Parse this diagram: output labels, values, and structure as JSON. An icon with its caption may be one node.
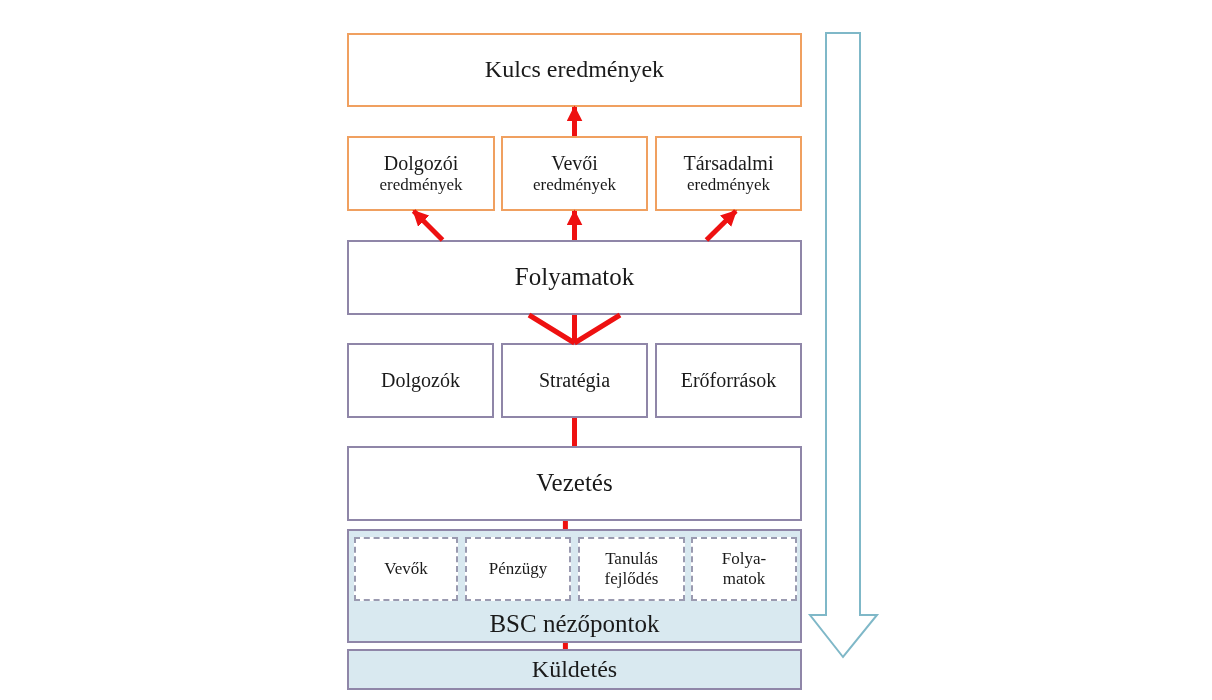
{
  "diagram": {
    "nodes": [
      {
        "text": [
          "Kulcs eredmények"
        ]
      },
      {
        "text": [
          "Dolgozói",
          "eredmények"
        ]
      },
      {
        "text": [
          "Vevői",
          "eredmények"
        ]
      },
      {
        "text": [
          "Társadalmi",
          "eredmények"
        ]
      },
      {
        "text": [
          "Folyamatok"
        ]
      },
      {
        "text": [
          "Dolgozók"
        ]
      },
      {
        "text": [
          "Stratégia"
        ]
      },
      {
        "text": [
          "Erőforrások"
        ]
      },
      {
        "text": [
          "Vezetés"
        ]
      },
      {
        "text": [
          "BSC nézőpontok"
        ]
      },
      {
        "text": [
          "Vevők"
        ],
        "in": 9
      },
      {
        "text": [
          "Pénzügy"
        ],
        "in": 9
      },
      {
        "text": [
          "Tanulás fejlődés"
        ],
        "in": 9
      },
      {
        "text": [
          "Folya- matok"
        ],
        "in": 9
      },
      {
        "text": [
          "Küldetés"
        ]
      }
    ],
    "edges": [
      {
        "from": 2,
        "to": 0,
        "arrow": "to"
      },
      {
        "from": 4,
        "to": 1,
        "arrow": "to"
      },
      {
        "from": 4,
        "to": 2,
        "arrow": "to"
      },
      {
        "from": 4,
        "to": 3,
        "arrow": "to"
      },
      {
        "from": 6,
        "to": 4,
        "arrow": "none"
      },
      {
        "from": 8,
        "to": 6,
        "arrow": "none"
      },
      {
        "from": 9,
        "to": 8,
        "arrow": "none"
      },
      {
        "from": 14,
        "to": 9,
        "arrow": "none"
      }
    ]
  }
}
